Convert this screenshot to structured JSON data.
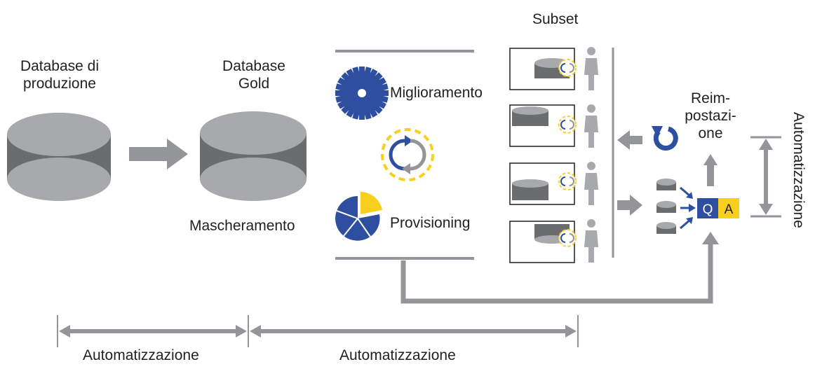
{
  "labels": {
    "prod_db_line1": "Database di",
    "prod_db_line2": "produzione",
    "gold_db_line1": "Database",
    "gold_db_line2": "Gold",
    "masking": "Mascheramento",
    "improvement": "Miglioramento",
    "provisioning": "Provisioning",
    "subset": "Subset",
    "reset_line1": "Reim-",
    "reset_line2": "postazi-",
    "reset_line3": "one",
    "qa_q": "Q",
    "qa_a": "A",
    "automation_left": "Automatizzazione",
    "automation_middle": "Automatizzazione",
    "automation_right": "Automatizzazione"
  },
  "colors": {
    "cylinder_side": "#6b6c6e",
    "cylinder_top": "#a8a9ab",
    "arrow_gray": "#939598",
    "brand_blue": "#2e4fa0",
    "brand_yellow": "#f7cf1c",
    "person_gray": "#a7a9ac"
  },
  "icons": [
    "gear-icon",
    "refresh-cycle-icon",
    "pie-chart-icon",
    "person-icon",
    "reset-icon",
    "qa-badge-icon"
  ]
}
